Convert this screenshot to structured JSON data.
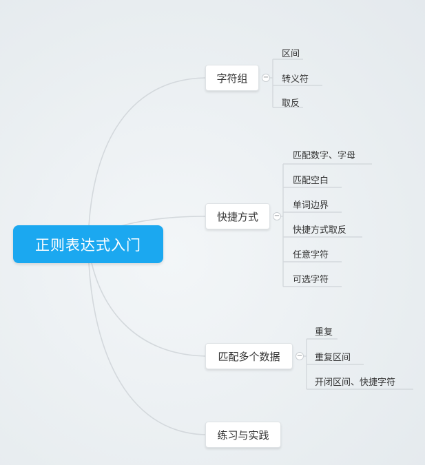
{
  "root": {
    "label": "正则表达式入门"
  },
  "branches": [
    {
      "label": "字符组",
      "children": [
        "区间",
        "转义符",
        "取反"
      ]
    },
    {
      "label": "快捷方式",
      "children": [
        "匹配数字、字母",
        "匹配空白",
        "单词边界",
        "快捷方式取反",
        "任意字符",
        "可选字符"
      ]
    },
    {
      "label": "匹配多个数据",
      "children": [
        "重复",
        "重复区间",
        "开闭区间、快捷字符"
      ]
    },
    {
      "label": "练习与实践",
      "children": []
    }
  ],
  "collapse_symbol": "−",
  "colors": {
    "root": "#1ba8f0",
    "connector": "#d3d8dc"
  }
}
